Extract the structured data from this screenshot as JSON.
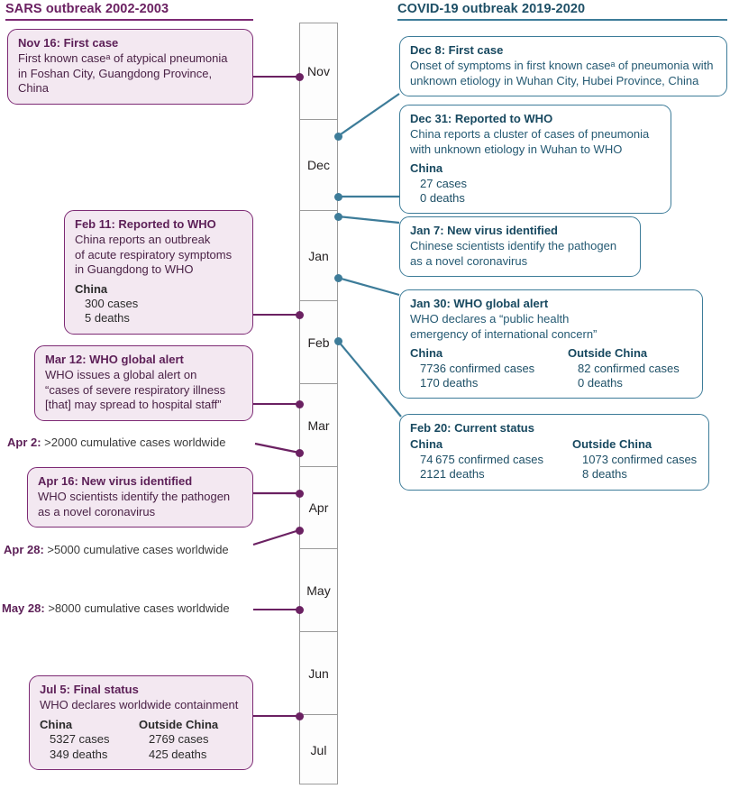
{
  "sections": {
    "sars": {
      "title": "SARS outbreak 2002-2003",
      "color": "#6b2162"
    },
    "covid": {
      "title": "COVID-19 outbreak 2019-2020",
      "color": "#1d4f66"
    }
  },
  "axis": {
    "months": [
      "Nov",
      "Dec",
      "Jan",
      "Feb",
      "Mar",
      "Apr",
      "May",
      "Jun",
      "Jul"
    ]
  },
  "sars_events": [
    {
      "head": "Nov 16: First case",
      "line1": "First known caseᵃ of atypical pneumonia",
      "line2": "in Foshan City, Guangdong Province, China"
    },
    {
      "head": "Feb 11: Reported to WHO",
      "line1": "China reports an outbreak",
      "line2": "of acute respiratory symptoms",
      "line3": "in Guangdong to WHO",
      "stats": [
        {
          "region": "China",
          "cases": "300 cases",
          "deaths": "5 deaths"
        }
      ]
    },
    {
      "head": "Mar 12: WHO global alert",
      "line1": "WHO issues a global alert on",
      "line2": "“cases of severe respiratory illness",
      "line3": "[that] may spread to hospital staff”"
    },
    {
      "head": "Apr 16: New virus identified",
      "line1": "WHO scientists identify the pathogen",
      "line2": "as a novel coronavirus"
    },
    {
      "head": "Jul 5: Final status",
      "line1": "WHO declares worldwide containment",
      "stats": [
        {
          "region": "China",
          "cases": "5327 cases",
          "deaths": "349 deaths"
        },
        {
          "region": "Outside China",
          "cases": "2769 cases",
          "deaths": "425 deaths"
        }
      ]
    }
  ],
  "sars_notes": [
    {
      "label": "Apr 2:",
      "text": " >2000 cumulative cases worldwide"
    },
    {
      "label": "Apr 28:",
      "text": " >5000 cumulative cases worldwide"
    },
    {
      "label": "May 28:",
      "text": " >8000 cumulative cases worldwide"
    }
  ],
  "covid_events": [
    {
      "head": "Dec 8: First case",
      "line1": "Onset of symptoms in first known caseᵃ of pneumonia with",
      "line2": "unknown etiology in Wuhan City, Hubei Province, China"
    },
    {
      "head": "Dec 31: Reported to WHO",
      "line1": "China reports a cluster of cases of pneumonia",
      "line2": "with unknown etiology in Wuhan to WHO",
      "stats": [
        {
          "region": "China",
          "cases": "27 cases",
          "deaths": "0 deaths"
        }
      ]
    },
    {
      "head": "Jan 7: New virus identified",
      "line1": "Chinese scientists identify the pathogen",
      "line2": "as a novel coronavirus"
    },
    {
      "head": "Jan 30: WHO global alert",
      "line1": "WHO declares a “public health",
      "line2": "emergency of international concern”",
      "stats": [
        {
          "region": "China",
          "cases": "7736 confirmed cases",
          "deaths": "170 deaths"
        },
        {
          "region": "Outside China",
          "cases": "82 confirmed cases",
          "deaths": "0 deaths"
        }
      ]
    },
    {
      "head": "Feb 20: Current status",
      "stats": [
        {
          "region": "China",
          "cases": "74 675 confirmed cases",
          "deaths": "2121 deaths"
        },
        {
          "region": "Outside China",
          "cases": "1073 confirmed cases",
          "deaths": "8 deaths"
        }
      ]
    }
  ]
}
